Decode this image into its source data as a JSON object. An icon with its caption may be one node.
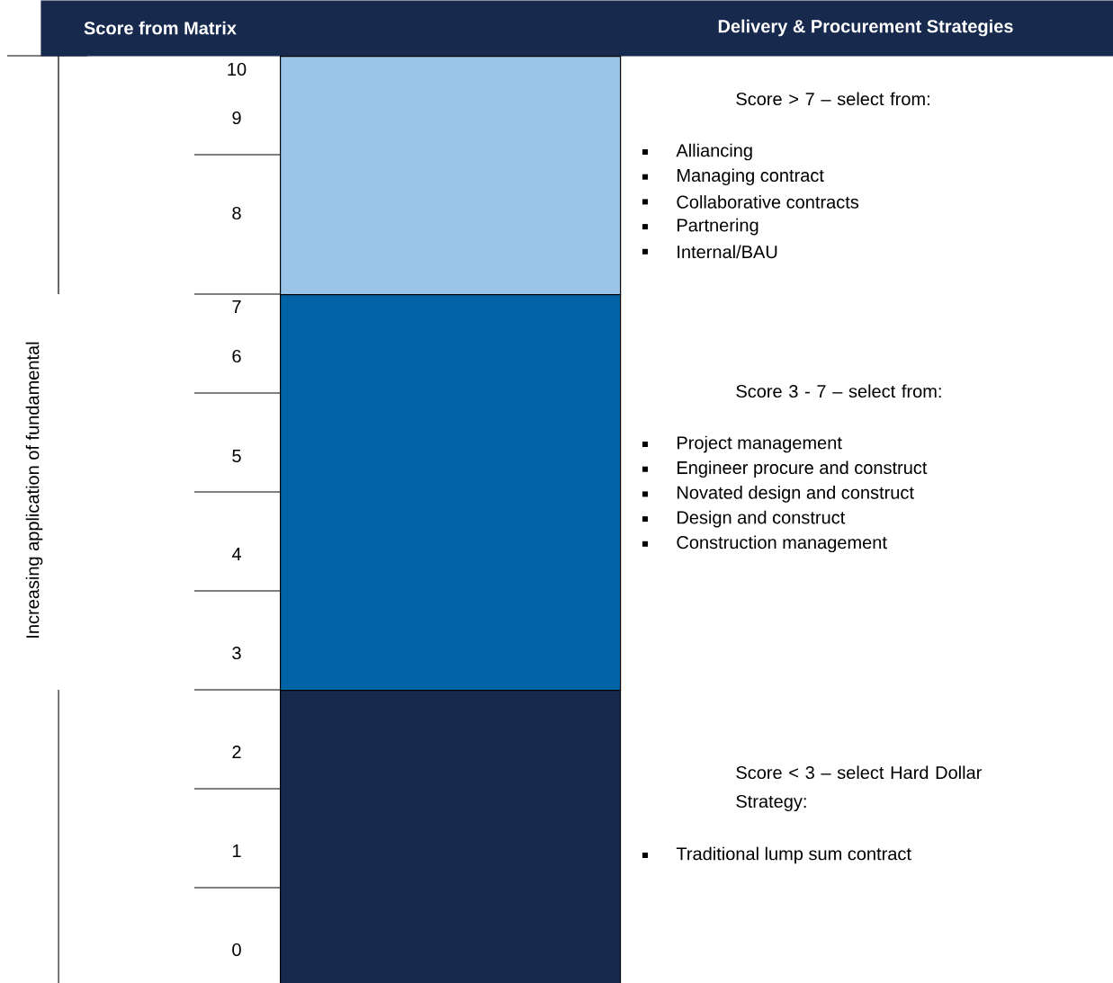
{
  "diagram": {
    "nodes": [
      {
        "text": [
          "Score from Matrix",
          "Delivery & Procurement Strategies"
        ]
      },
      {
        "text": [],
        "shape": "bar",
        "beside": [
          "Score > 7 – select from:",
          "Alliancing",
          "Managing contract",
          "Collaborative contracts",
          "Partnering",
          "Internal/BAU"
        ]
      },
      {
        "text": [],
        "shape": "bar",
        "beside": [
          "Score 3 - 7 – select from:",
          "Project management",
          "Engineer procure and construct",
          "Novated design and construct",
          "Design and construct",
          "Construction management"
        ]
      },
      {
        "text": [],
        "shape": "bar",
        "beside": [
          "Score < 3 – select Hard Dollar Strategy:",
          "Traditional lump sum contract"
        ]
      }
    ],
    "labels": [
      "10",
      "9",
      "8",
      "7",
      "6",
      "5",
      "4",
      "3",
      "2",
      "1",
      "0",
      "Increasing application of fundamental"
    ]
  }
}
